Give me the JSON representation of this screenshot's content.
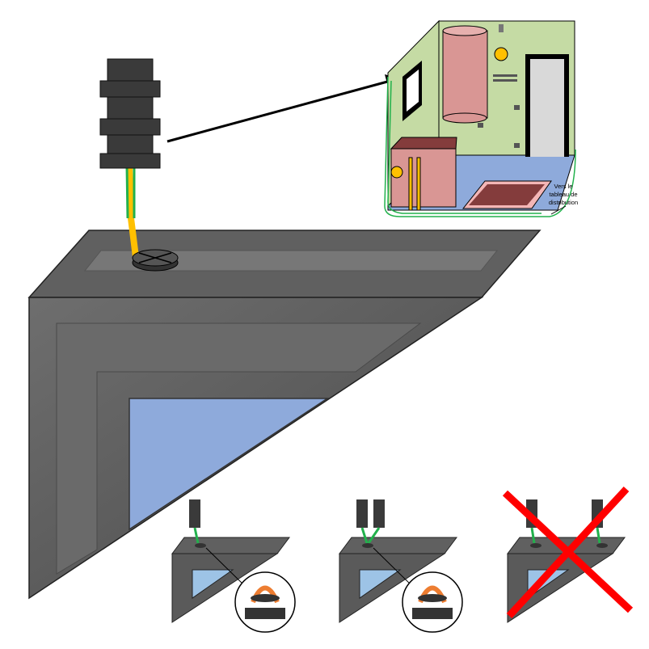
{
  "room_label": {
    "line1": "Vers le",
    "line2": "tableau de",
    "line3": "distribution"
  },
  "colors": {
    "frame": "#5a5a5a",
    "glass": "#8eaadb",
    "wall": "#c5dba4",
    "floor": "#8eaadb",
    "earth_green": "#22b14c",
    "earth_yellow": "#ffc000",
    "cross": "#ff0000",
    "tank": "#d99694"
  }
}
